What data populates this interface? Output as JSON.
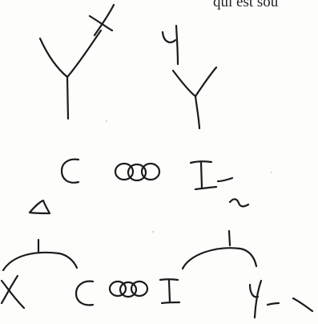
{
  "printed_line": "qui est sou",
  "sketch": {
    "labels": [
      "X",
      "Y",
      "C",
      "I",
      "X",
      "C",
      "I",
      "Y"
    ]
  }
}
